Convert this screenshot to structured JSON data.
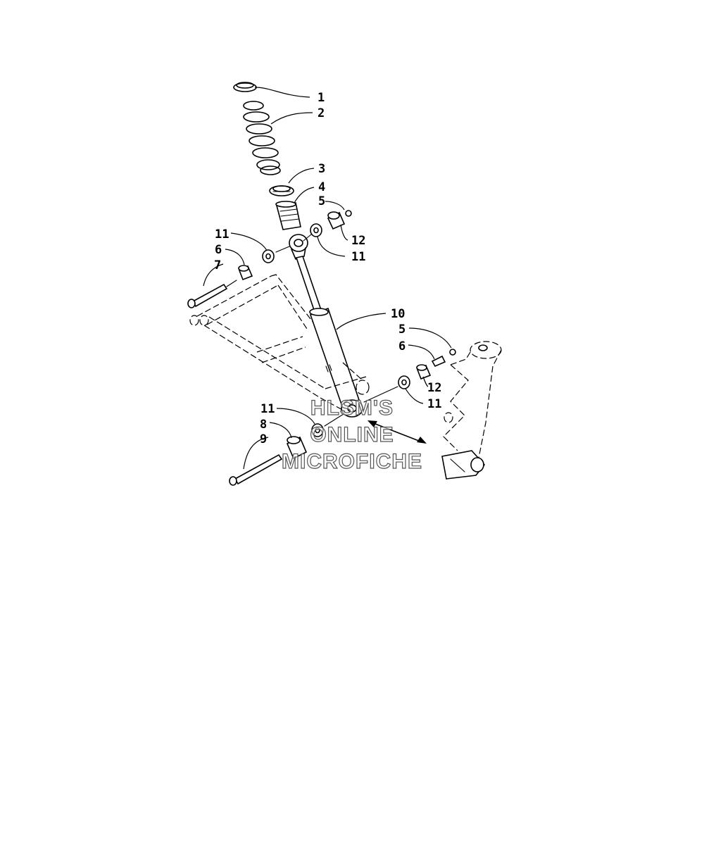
{
  "callouts": {
    "c1": "1",
    "c2": "2",
    "c3": "3",
    "c4": "4",
    "c5_top": "5",
    "c12_top": "12",
    "c11_top_right": "11",
    "c11_top_left": "11",
    "c6_left": "6",
    "c7": "7",
    "c10": "10",
    "c5_right": "5",
    "c6_right": "6",
    "c12_right": "12",
    "c11_right": "11",
    "c11_bottom": "11",
    "c8": "8",
    "c9": "9"
  },
  "watermark": {
    "line1": "HLSM'S",
    "line2": "ONLINE",
    "line3": "MICROFICHE"
  }
}
